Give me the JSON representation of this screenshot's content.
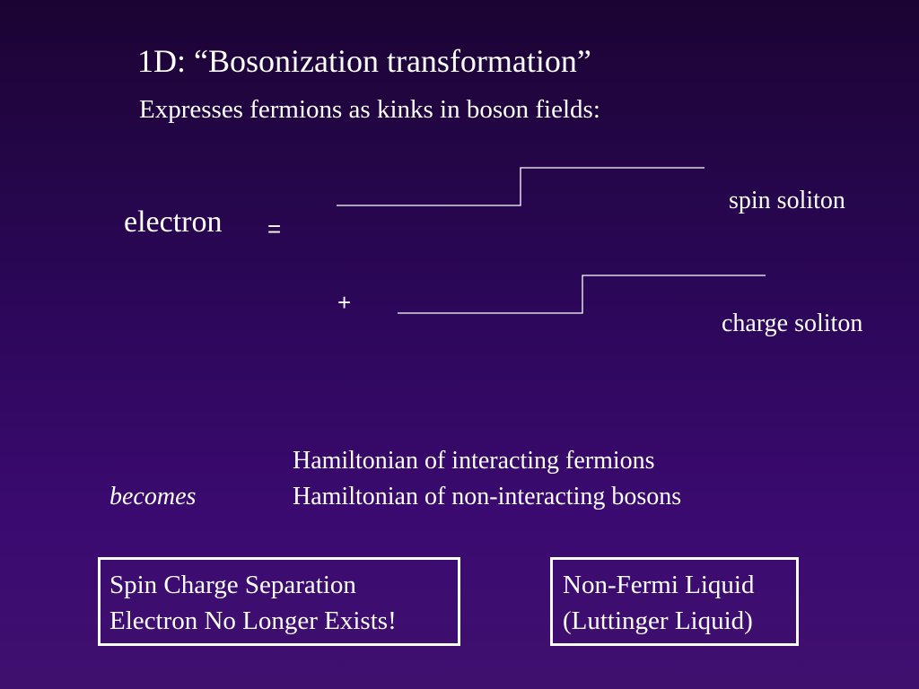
{
  "slide": {
    "title": "1D:  “Bosonization transformation”",
    "subtitle": "Expresses fermions as kinks in boson fields:"
  },
  "equation": {
    "lhs": "electron",
    "equals": "=",
    "plus": "+",
    "spin_label": "spin soliton",
    "charge_label": "charge soliton"
  },
  "hamiltonian": {
    "line1": "Hamiltonian of interacting fermions",
    "becomes": "becomes",
    "line2": "Hamiltonian of non-interacting bosons"
  },
  "boxes": {
    "left": {
      "line1": "Spin Charge Separation",
      "line2": "Electron No Longer Exists!"
    },
    "right": {
      "line1": "Non-Fermi Liquid",
      "line2": "(Luttinger Liquid)"
    }
  },
  "colors": {
    "background_top": "#1b0433",
    "background_bottom": "#40106f",
    "text": "#ffffff"
  }
}
